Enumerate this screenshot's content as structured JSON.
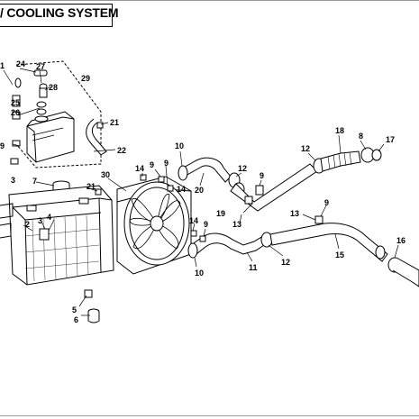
{
  "title": "/ COOLING SYSTEM",
  "callouts": [
    "1",
    "24",
    "27",
    "25",
    "28",
    "29",
    "26",
    "21",
    "9",
    "22",
    "3",
    "30",
    "7",
    "21",
    "14",
    "9",
    "14",
    "9",
    "10",
    "20",
    "12",
    "9",
    "19",
    "13",
    "12",
    "18",
    "8",
    "17",
    "9",
    "13",
    "15",
    "16",
    "12",
    "11",
    "14",
    "9",
    "10",
    "2",
    "3",
    "4",
    "5",
    "6"
  ]
}
